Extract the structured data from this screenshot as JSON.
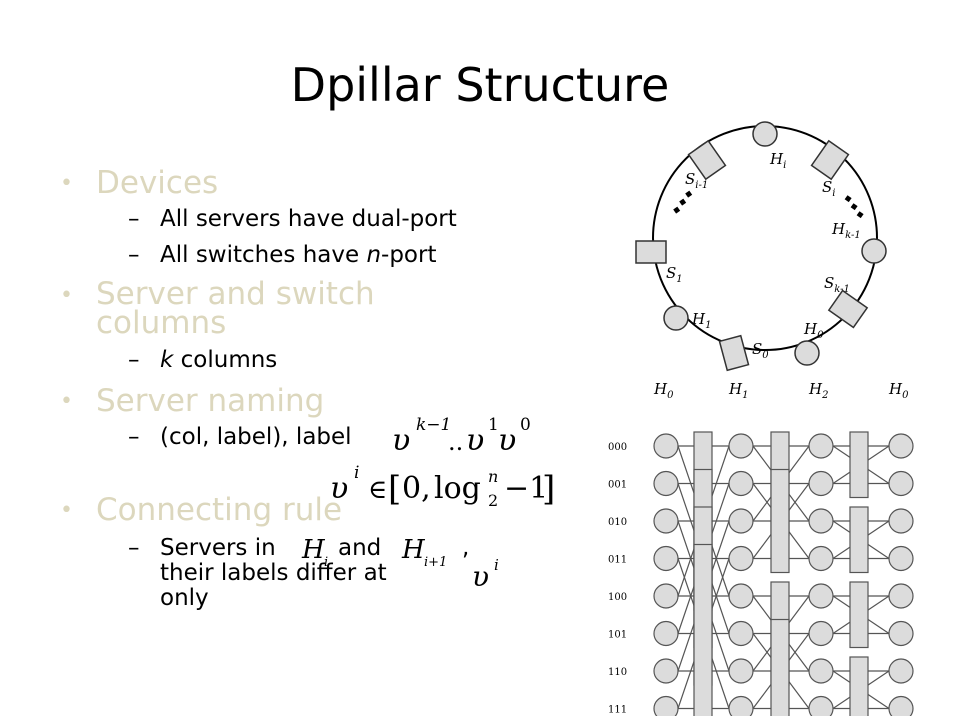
{
  "title": "Dpillar Structure",
  "bullets": [
    {
      "label": "Devices",
      "subs": [
        "All servers have dual-port",
        "All switches have ",
        "n",
        "-port"
      ]
    },
    {
      "label": "Server and switch columns",
      "subs": [
        "k",
        " columns"
      ]
    },
    {
      "label": "Server naming",
      "subs": [
        "(col, label), label"
      ]
    },
    {
      "label": "Connecting rule",
      "subs": [
        "Servers in",
        "and",
        ",",
        "their labels differ at",
        "only"
      ]
    }
  ],
  "bullet_dash": "–",
  "bullet_dot": "•",
  "math": {
    "label_expr": "υ^{k−1}…υ^1υ^0",
    "range_expr": "υ^i ∈ [0, log_2^n − 1]",
    "H_i": "H",
    "H_sub_i": "i",
    "H_sub_i1": "i+1",
    "v": "υ",
    "sup_i": "i"
  },
  "ring": {
    "H_labels": [
      "H",
      "H",
      "H",
      "H"
    ],
    "H_subs": [
      "i",
      "k-1",
      "0",
      "1"
    ],
    "S_labels": [
      "S",
      "S",
      "S",
      "S",
      "S"
    ],
    "S_subs": [
      "i-1",
      "i",
      "1",
      "k-1",
      "0"
    ]
  },
  "grid": {
    "col_labels": [
      "H",
      "H",
      "H",
      "H"
    ],
    "col_subs": [
      "0",
      "1",
      "2",
      "0"
    ],
    "row_labels": [
      "000",
      "001",
      "010",
      "011",
      "100",
      "101",
      "110",
      "111"
    ]
  }
}
